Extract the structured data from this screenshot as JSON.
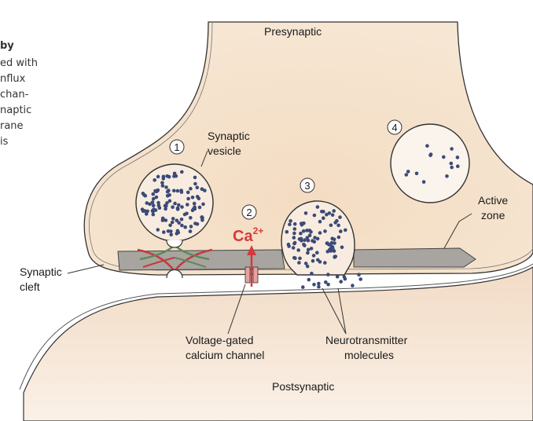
{
  "caption_fragment": [
    "by",
    "ed with",
    "nflux",
    "chan-",
    "naptic",
    "rane",
    "is"
  ],
  "labels": {
    "presynaptic": "Presynaptic",
    "postsynaptic": "Postsynaptic",
    "synaptic_vesicle_1": "Synaptic",
    "synaptic_vesicle_2": "vesicle",
    "active_zone_1": "Active",
    "active_zone_2": "zone",
    "synaptic_cleft_1": "Synaptic",
    "synaptic_cleft_2": "cleft",
    "ca_ion": "Ca",
    "ca_charge": "2+",
    "voltage_gated_1": "Voltage-gated",
    "voltage_gated_2": "calcium channel",
    "neurotransmitter_1": "Neurotransmitter",
    "neurotransmitter_2": "molecules"
  },
  "steps": [
    "1",
    "2",
    "3",
    "4"
  ],
  "colors": {
    "terminal": "#f2d9bf",
    "active_zone": "#a8a4a0",
    "vesicle_fill": "#f7ecdf",
    "dot": "#3c4a78",
    "ca_red": "#d63a3a",
    "snare_red": "#c23b3b",
    "snare_green": "#5c8a5a"
  }
}
